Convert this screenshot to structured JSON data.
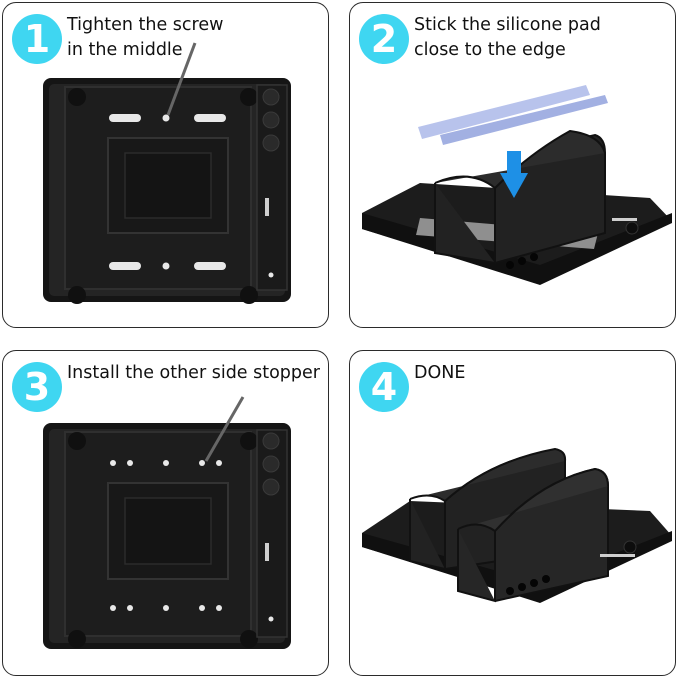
{
  "steps": [
    {
      "number": "1",
      "lines": [
        "Tighten the screw",
        "in the middle"
      ]
    },
    {
      "number": "2",
      "lines": [
        "Stick the silicone pad",
        "close to the edge"
      ]
    },
    {
      "number": "3",
      "lines": [
        "Install the other side stopper"
      ]
    },
    {
      "number": "4",
      "lines": [
        "DONE"
      ]
    }
  ],
  "colors": {
    "badge": "#3fd6f1",
    "product": "#1c1c1c",
    "arrow": "#1e90e6",
    "silicone_pad": "#aab7e6"
  }
}
